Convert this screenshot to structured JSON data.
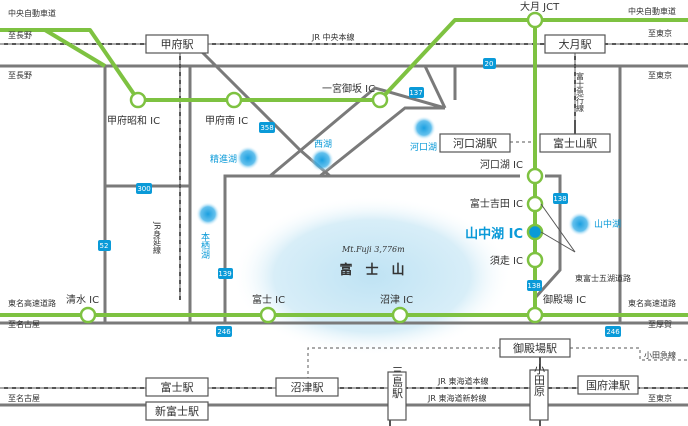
{
  "colors": {
    "expressway": "#7ec241",
    "road": "#7a7a7a",
    "jr_rail": "#555555",
    "lake": "#1a9fe0",
    "shield": "#0a9ad8",
    "highlight": "#0a9ad8"
  },
  "mountain": {
    "name": "富　士　山",
    "name_en": "Mt.Fuji 3,776m"
  },
  "highways": {
    "chuo_left": "中央自動車道",
    "chuo_right": "中央自動車道",
    "tomei_left": "東名高速道路",
    "tomei_right": "東名高速道路",
    "fuji_goko": "東富士五湖道路"
  },
  "towns": {
    "nagano_1": "至長野",
    "nagano_2": "至長野",
    "tokyo": "至東京",
    "tokyo_2": "至東京",
    "nagoya_1": "至名古屋",
    "nagoya_2": "至名古屋",
    "atsugi": "至厚賀",
    "odawara": "小田急線",
    "tokyo_3": "至東京"
  },
  "rail_lines": {
    "jr_chuo": "JR 中央本線",
    "fujikyu": "富士急行線",
    "jr_minobu": "JR身延線",
    "jr_tokaido": "JR 東海道本線",
    "jr_shinkansen": "JR 東海道新幹線"
  },
  "interchanges": {
    "otsuki_jct": "大月 JCT",
    "kofu_showa": "甲府昭和 IC",
    "kofu_minami": "甲府南 IC",
    "ichinomiya": "一宮御坂 IC",
    "kawaguchiko": "河口湖 IC",
    "fujiyoshida": "富士吉田 IC",
    "yamanakako": "山中湖 IC",
    "subashiri": "須走 IC",
    "gotemba": "御殿場 IC",
    "shimizu": "清水 IC",
    "fuji": "富士 IC",
    "numazu": "沼津 IC"
  },
  "stations": {
    "kofu": "甲府駅",
    "otsuki": "大月駅",
    "kawaguchiko": "河口湖駅",
    "fujisan": "富士山駅",
    "gotemba": "御殿場駅",
    "fuji": "富士駅",
    "numazu": "沼津駅",
    "shin_fuji": "新富士駅",
    "mishima": "三島駅",
    "odawara": "小田原",
    "kozu": "国府津駅"
  },
  "lakes": {
    "saiko": "西湖",
    "shojiko": "精進湖",
    "kawaguchiko": "河口湖",
    "motosuko": "本栖湖",
    "yamanakako": "山中湖"
  },
  "route_numbers": {
    "r20": "20",
    "r137": "137",
    "r358": "358",
    "r300": "300",
    "r52": "52",
    "r139": "139",
    "r138a": "138",
    "r138b": "138",
    "r246a": "246",
    "r246b": "246"
  }
}
